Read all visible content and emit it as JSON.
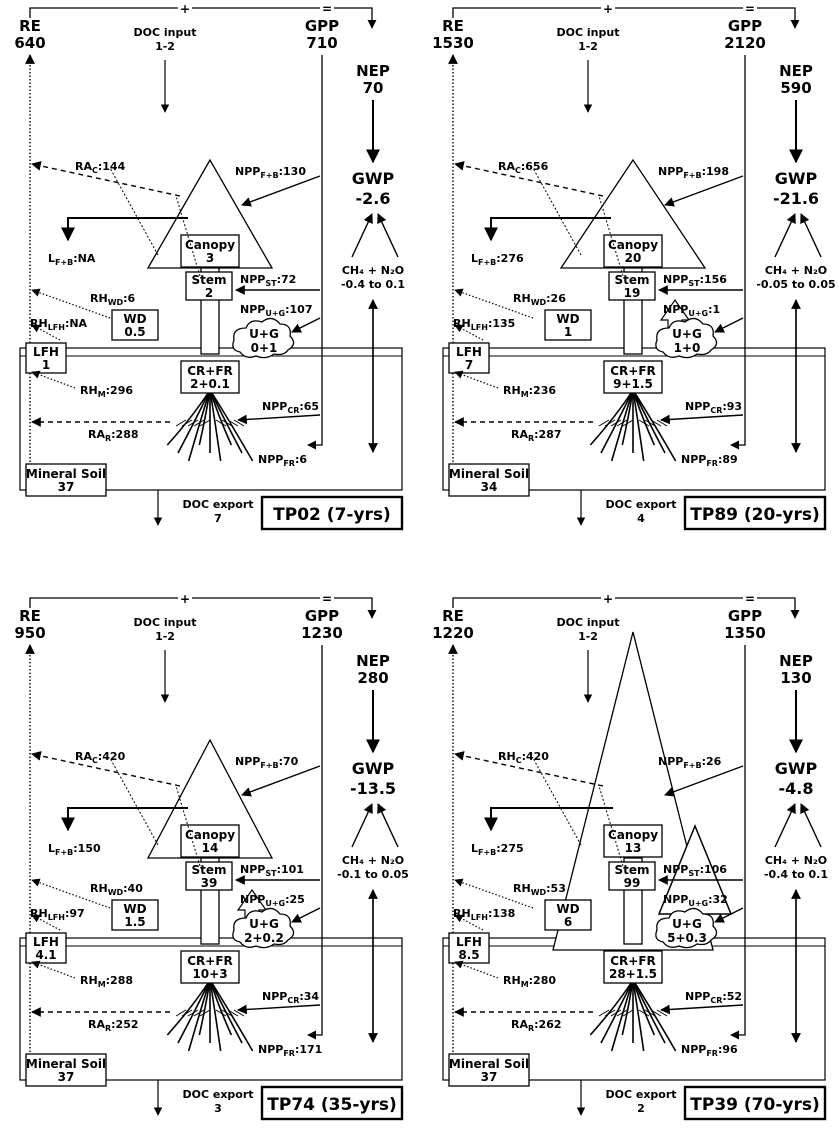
{
  "panels": [
    {
      "id": "TP02",
      "label": "TP02 (7-yrs)",
      "plus": "+",
      "eq": "=",
      "re": {
        "name": "RE",
        "value": "640"
      },
      "gpp": {
        "name": "GPP",
        "value": "710"
      },
      "nep": {
        "name": "NEP",
        "value": "70"
      },
      "gwp": {
        "name": "GWP",
        "value": "-2.6"
      },
      "doc_input": {
        "label": "DOC input",
        "value": "1-2"
      },
      "doc_export": {
        "label": "DOC export",
        "value": "7"
      },
      "ghg": {
        "label": "CH₄ + N₂O",
        "value": "-0.4 to 0.1"
      },
      "ra_c": "144",
      "l_fb": "NA",
      "npp_fb": "130",
      "canopy": {
        "label": "Canopy",
        "value": "3"
      },
      "stem": {
        "label": "Stem",
        "value": "2"
      },
      "npp_st": "72",
      "rh_wd": "6",
      "npp_ug": "107",
      "rh_lfh": "NA",
      "wd": {
        "label": "WD",
        "value": "0.5"
      },
      "ug": {
        "label": "U+G",
        "value": "0+1"
      },
      "lfh": {
        "label": "LFH",
        "value": "1"
      },
      "crfr": {
        "label": "CR+FR",
        "value": "2+0.1"
      },
      "rh_m": "296",
      "npp_cr": "65",
      "ra_r": "288",
      "npp_fr": "6",
      "soil": {
        "label": "Mineral Soil",
        "value": "37"
      }
    },
    {
      "id": "TP89",
      "label": "TP89 (20-yrs)",
      "plus": "+",
      "eq": "=",
      "re": {
        "name": "RE",
        "value": "1530"
      },
      "gpp": {
        "name": "GPP",
        "value": "2120"
      },
      "nep": {
        "name": "NEP",
        "value": "590"
      },
      "gwp": {
        "name": "GWP",
        "value": "-21.6"
      },
      "doc_input": {
        "label": "DOC input",
        "value": "1-2"
      },
      "doc_export": {
        "label": "DOC export",
        "value": "4"
      },
      "ghg": {
        "label": "CH₄ + N₂O",
        "value": "-0.05 to 0.05"
      },
      "ra_c": "656",
      "l_fb": "276",
      "npp_fb": "198",
      "canopy": {
        "label": "Canopy",
        "value": "20"
      },
      "stem": {
        "label": "Stem",
        "value": "19"
      },
      "npp_st": "156",
      "rh_wd": "26",
      "npp_ug": "1",
      "rh_lfh": "135",
      "wd": {
        "label": "WD",
        "value": "1"
      },
      "ug": {
        "label": "U+G",
        "value": "1+0"
      },
      "lfh": {
        "label": "LFH",
        "value": "7"
      },
      "crfr": {
        "label": "CR+FR",
        "value": "9+1.5"
      },
      "rh_m": "236",
      "npp_cr": "93",
      "ra_r": "287",
      "npp_fr": "89",
      "soil": {
        "label": "Mineral Soil",
        "value": "34"
      }
    },
    {
      "id": "TP74",
      "label": "TP74 (35-yrs)",
      "plus": "+",
      "eq": "=",
      "re": {
        "name": "RE",
        "value": "950"
      },
      "gpp": {
        "name": "GPP",
        "value": "1230"
      },
      "nep": {
        "name": "NEP",
        "value": "280"
      },
      "gwp": {
        "name": "GWP",
        "value": "-13.5"
      },
      "doc_input": {
        "label": "DOC input",
        "value": "1-2"
      },
      "doc_export": {
        "label": "DOC export",
        "value": "3"
      },
      "ghg": {
        "label": "CH₄ + N₂O",
        "value": "-0.1 to 0.05"
      },
      "ra_c": "420",
      "l_fb": "150",
      "npp_fb": "70",
      "canopy": {
        "label": "Canopy",
        "value": "14"
      },
      "stem": {
        "label": "Stem",
        "value": "39"
      },
      "npp_st": "101",
      "rh_wd": "40",
      "npp_ug": "25",
      "rh_lfh": "97",
      "wd": {
        "label": "WD",
        "value": "1.5"
      },
      "ug": {
        "label": "U+G",
        "value": "2+0.2"
      },
      "lfh": {
        "label": "LFH",
        "value": "4.1"
      },
      "crfr": {
        "label": "CR+FR",
        "value": "10+3"
      },
      "rh_m": "288",
      "npp_cr": "34",
      "ra_r": "252",
      "npp_fr": "171",
      "soil": {
        "label": "Mineral Soil",
        "value": "37"
      }
    },
    {
      "id": "TP39",
      "label": "TP39 (70-yrs)",
      "plus": "+",
      "eq": "=",
      "re": {
        "name": "RE",
        "value": "1220"
      },
      "gpp": {
        "name": "GPP",
        "value": "1350"
      },
      "nep": {
        "name": "NEP",
        "value": "130"
      },
      "gwp": {
        "name": "GWP",
        "value": "-4.8"
      },
      "doc_input": {
        "label": "DOC input",
        "value": "1-2"
      },
      "doc_export": {
        "label": "DOC export",
        "value": "2"
      },
      "ghg": {
        "label": "CH₄ + N₂O",
        "value": "-0.4 to 0.1"
      },
      "ra_c": "420",
      "l_fb": "275",
      "npp_fb": "26",
      "canopy": {
        "label": "Canopy",
        "value": "13"
      },
      "stem": {
        "label": "Stem",
        "value": "99"
      },
      "npp_st": "106",
      "rh_wd": "53",
      "npp_ug": "32",
      "rh_lfh": "138",
      "wd": {
        "label": "WD",
        "value": "6"
      },
      "ug": {
        "label": "U+G",
        "value": "5+0.3"
      },
      "lfh": {
        "label": "LFH",
        "value": "8.5"
      },
      "crfr": {
        "label": "CR+FR",
        "value": "28+1.5"
      },
      "rh_m": "280",
      "npp_cr": "52",
      "ra_r": "262",
      "npp_fr": "96",
      "soil": {
        "label": "Mineral Soil",
        "value": "37"
      }
    }
  ],
  "terms": {
    "ra_c": {
      "base": "RA",
      "sub": "C"
    },
    "rh_c": {
      "base": "RH",
      "sub": "C"
    },
    "l_fb": {
      "base": "L",
      "sub": "F+B"
    },
    "npp_fb": {
      "base": "NPP",
      "sub": "F+B"
    },
    "npp_st": {
      "base": "NPP",
      "sub": "ST"
    },
    "rh_wd": {
      "base": "RH",
      "sub": "WD"
    },
    "npp_ug": {
      "base": "NPP",
      "sub": "U+G"
    },
    "rh_lfh": {
      "base": "RH",
      "sub": "LFH"
    },
    "rh_m": {
      "base": "RH",
      "sub": "M"
    },
    "npp_cr": {
      "base": "NPP",
      "sub": "CR"
    },
    "ra_r": {
      "base": "RA",
      "sub": "R"
    },
    "npp_fr": {
      "base": "NPP",
      "sub": "FR"
    }
  }
}
